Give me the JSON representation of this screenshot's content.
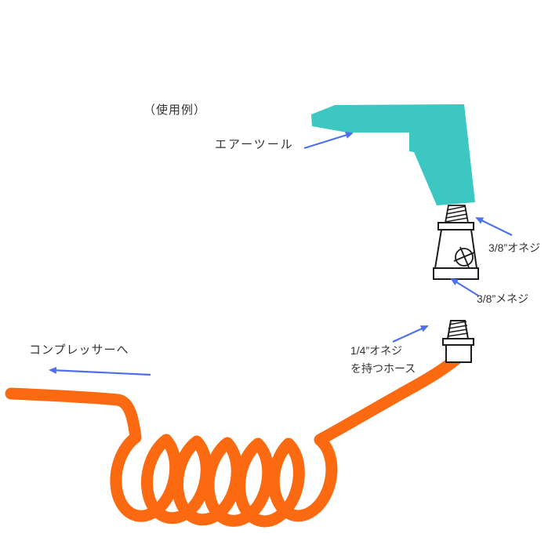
{
  "title": "air-tool-hose-usage-diagram",
  "colors": {
    "bg": "#ffffff",
    "tool_teal": "#3cc7c3",
    "hose_orange": "#fb6a10",
    "arrow_blue": "#4d6ff0",
    "line_black": "#1c1c1c",
    "text_color": "#333333"
  },
  "labels": {
    "usage_example": "（使用例）",
    "air_tool": "エアーツール",
    "male_thread_3_8": "3/8”オネジ",
    "female_thread_3_8": "3/8”メネジ",
    "hose_thread_line1": "1/4”オネジ",
    "hose_thread_line2": "を持つホース",
    "to_compressor": "コンプレッサーへ"
  }
}
